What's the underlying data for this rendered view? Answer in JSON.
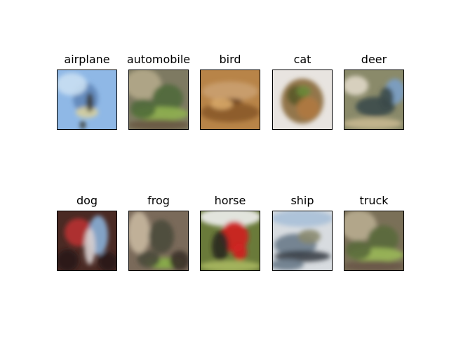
{
  "figure": {
    "panels": [
      {
        "label": "airplane",
        "colors": {
          "base": "#8fb8e6",
          "a": "#5f86b8",
          "b": "#d8d0a0",
          "c": "#3a3a32",
          "d": "#c9dff2"
        }
      },
      {
        "label": "automobile",
        "colors": {
          "base": "#7e7a62",
          "a": "#4f6a3a",
          "b": "#8fb050",
          "c": "#6a5a44",
          "d": "#b4a88a"
        }
      },
      {
        "label": "bird",
        "colors": {
          "base": "#b88448",
          "a": "#8a5a2a",
          "b": "#d8a868",
          "c": "#6a4020",
          "d": "#caa070"
        }
      },
      {
        "label": "cat",
        "colors": {
          "base": "#e8e4e0",
          "a": "#8a6a3a",
          "b": "#5a5a2a",
          "c": "#b07a40",
          "d": "#6e8a3a"
        }
      },
      {
        "label": "deer",
        "colors": {
          "base": "#8a8a6a",
          "a": "#3a4a4a",
          "b": "#c8b890",
          "c": "#7aa0c8",
          "d": "#e0d8c8"
        }
      },
      {
        "label": "dog",
        "colors": {
          "base": "#4a2a24",
          "a": "#b83030",
          "b": "#8ab0d8",
          "c": "#2a1a18",
          "d": "#d8d0d0"
        }
      },
      {
        "label": "frog",
        "colors": {
          "base": "#7a6a5a",
          "a": "#4a4a3a",
          "b": "#8ab048",
          "c": "#c8b8a0",
          "d": "#3a3028"
        }
      },
      {
        "label": "horse",
        "colors": {
          "base": "#6a7a3a",
          "a": "#d02020",
          "b": "#f0f0f0",
          "c": "#2a2a20",
          "d": "#a8b860"
        }
      },
      {
        "label": "ship",
        "colors": {
          "base": "#d8dce0",
          "a": "#6a7a8a",
          "b": "#8a8a70",
          "c": "#3a4048",
          "d": "#a8c0d8"
        }
      },
      {
        "label": "truck",
        "colors": {
          "base": "#7a7058",
          "a": "#5a6a3a",
          "b": "#9ab858",
          "c": "#6a5848",
          "d": "#b8ac90"
        }
      }
    ]
  }
}
